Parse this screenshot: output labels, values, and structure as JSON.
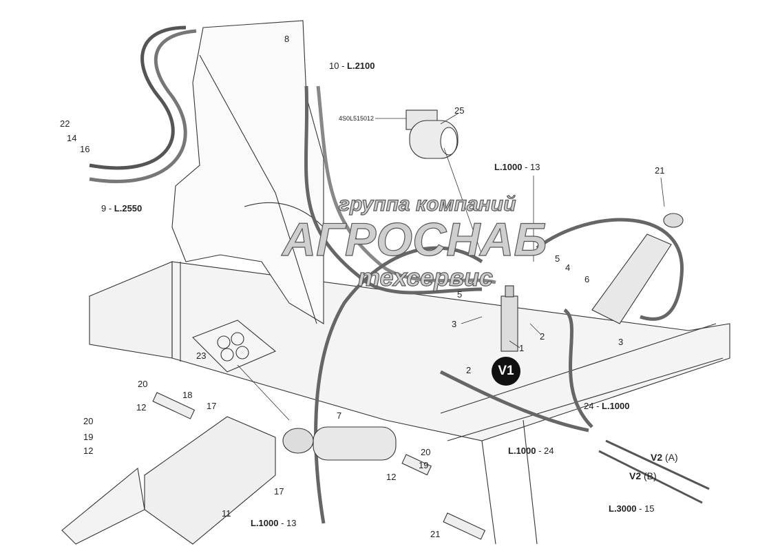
{
  "watermark": {
    "line1": "группа компаний",
    "line2": "АГРОСНАБ",
    "line3": "техсервис"
  },
  "part_code": "4S0L515012",
  "circle_label": "V1",
  "callouts": {
    "c8": "8",
    "c10": {
      "num": "10 - ",
      "len": "L.2100"
    },
    "c25": "25",
    "c22": "22",
    "c14": "14",
    "c16": "16",
    "c9": {
      "num": "9 - ",
      "len": "L.2550"
    },
    "c13top": {
      "len": "L.1000",
      "num": " - 13"
    },
    "c21top": "21",
    "c5a": "5",
    "c4": "4",
    "c6": "6",
    "c5b": "5",
    "c3a": "3",
    "c2a": "2",
    "c1": "1",
    "c2b": "2",
    "c3b": "3",
    "c23": "23",
    "c20a": "20",
    "c18": "18",
    "c12a": "12",
    "c17a": "17",
    "c20b": "20",
    "c19a": "19",
    "c12b": "12",
    "c7": "7",
    "c24a": {
      "num": "24 - ",
      "len": "L.1000"
    },
    "c24b": {
      "len": "L.1000",
      "num": " - 24"
    },
    "c20c": "20",
    "c19b": "19",
    "c12c": "12",
    "c17b": "17",
    "c11": "11",
    "v2a": {
      "bold": "V2",
      "rest": " (A)"
    },
    "v2b": {
      "bold": "V2",
      "rest": " (B)"
    },
    "c15": {
      "len": "L.3000",
      "num": " - 15"
    },
    "c13bot": {
      "len": "L.1000",
      "num": " - 13"
    },
    "c21bot": "21"
  },
  "colors": {
    "line": "#333333",
    "fill": "#e6e6e6",
    "badge": "#111111"
  }
}
